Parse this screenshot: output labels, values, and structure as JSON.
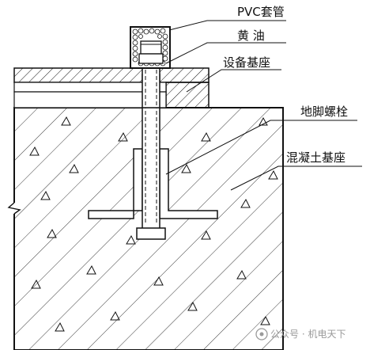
{
  "labels": {
    "pvc_sleeve": "PVC套管",
    "butter": "黄 油",
    "equipment_base": "设备基座",
    "anchor_bolt": "地脚螺栓",
    "concrete_base": "混凝土基座"
  },
  "watermark": {
    "text": "公众号 · 机电天下"
  },
  "colors": {
    "line": "#111111",
    "hatch": "#3a3a3a",
    "fill": "#ffffff",
    "watermark": "#9a9a9a"
  }
}
